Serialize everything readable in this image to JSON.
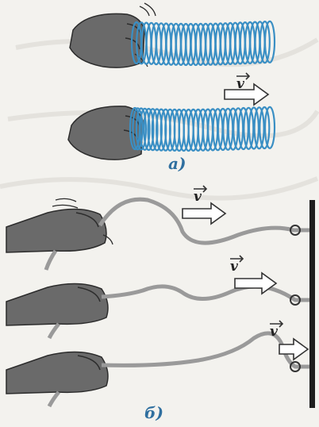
{
  "figure": {
    "part_a_label": "a)",
    "part_b_label": "б)",
    "velocity_symbol": "v"
  },
  "colors": {
    "spring": "#3a8fc4",
    "label": "#2f6f9f",
    "hand": "#555555",
    "rope": "#9a9a9a",
    "arrow": "#333333"
  },
  "icons": [
    "hand-icon",
    "spring-icon",
    "rope-icon",
    "wall-icon",
    "arrow-icon"
  ]
}
